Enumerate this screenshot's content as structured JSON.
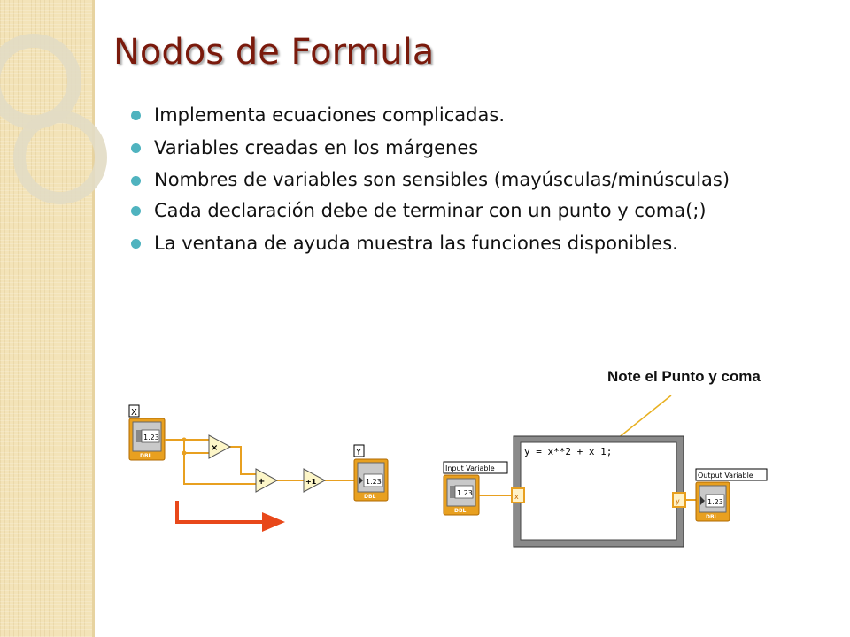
{
  "slide": {
    "title": "Nodos de Formula",
    "bullets": [
      "Implementa ecuaciones complicadas.",
      "Variables creadas en los márgenes",
      "Nombres de variables son sensibles (mayúsculas/minúsculas)",
      "Cada declaración debe de terminar con un punto y coma(;)",
      "La ventana de ayuda muestra las funciones disponibles."
    ],
    "note": "Note el Punto y coma"
  },
  "diagram_left": {
    "input_label": "X",
    "output_label": "Y",
    "control_value": "1.23",
    "indicator_value": "1.23",
    "dbl_tag": "DBL",
    "multiply_symbol": "×",
    "add_symbol": "+",
    "increment_symbol": "+1"
  },
  "diagram_right": {
    "input_label": "Input Variable",
    "output_label": "Output Variable",
    "control_value": "1.23",
    "indicator_value": "1.23",
    "dbl_tag": "DBL",
    "formula": "y = x**2 + x 1;",
    "input_var": "x",
    "output_var": "y"
  },
  "colors": {
    "title": "#7a1a0c",
    "bullet": "#4fb3bf",
    "wire": "#e8a020",
    "terminal": "#e8a020",
    "arrow": "#e8481a"
  }
}
